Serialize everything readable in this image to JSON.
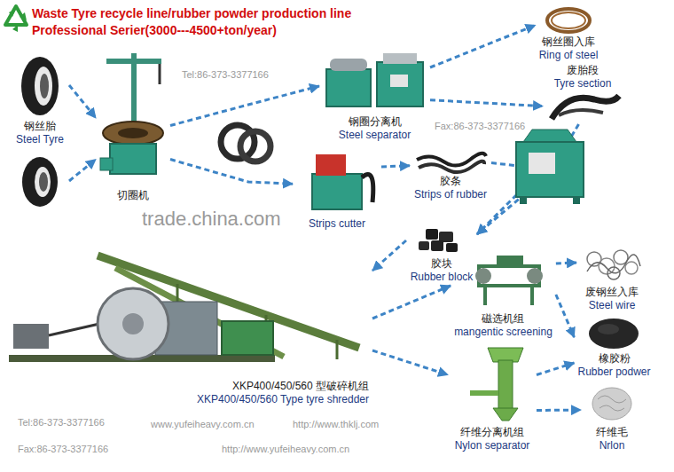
{
  "diagram": {
    "title": "Waste Tyre recycle line/rubber powder production line Professional Serier(3000---4500+ton/year)",
    "nodes": [
      {
        "text": [
          "钢丝胎",
          "Steel Tyre"
        ]
      },
      {
        "text": [
          "切圈机"
        ]
      },
      {
        "text": [
          "钢圈分离机",
          "Steel separator"
        ]
      },
      {
        "text": [
          "钢丝圈入库",
          "Ring of steel"
        ]
      },
      {
        "text": [
          "废胎段",
          "Tyre section"
        ]
      },
      {
        "text": [
          "Strips cutter"
        ]
      },
      {
        "text": [
          "胶条",
          "Strips of rubber"
        ]
      },
      {
        "text": [
          "胶块",
          "Rubber block"
        ]
      },
      {
        "text": [
          "XKP400/450/560 型破碎机组",
          "XKP400/450/560 Type tyre shredder"
        ]
      },
      {
        "text": [
          "磁选机组",
          "mangentic screening"
        ]
      },
      {
        "text": [
          "废钢丝入库",
          "Steel wire"
        ]
      },
      {
        "text": [
          "橡胶粉",
          "Rubber podwer"
        ]
      },
      {
        "text": [
          "纤维分离机组",
          "Nylon separator"
        ]
      },
      {
        "text": [
          "纤维毛",
          "Nrlon"
        ]
      }
    ],
    "edges": [
      {
        "from": 0,
        "to": 1,
        "arrow": "to"
      },
      {
        "from": 0,
        "to": 1,
        "arrow": "to"
      },
      {
        "from": 1,
        "to": 2,
        "arrow": "to"
      },
      {
        "from": 1,
        "to": 5,
        "arrow": "to"
      },
      {
        "from": 2,
        "to": 3,
        "arrow": "to"
      },
      {
        "from": 2,
        "to": 4,
        "arrow": "to"
      },
      {
        "from": 5,
        "to": 6,
        "arrow": "to"
      },
      {
        "from": 6,
        "to": 7,
        "arrow": "to"
      },
      {
        "from": 4,
        "to": 7,
        "arrow": "to"
      },
      {
        "from": 7,
        "to": 8,
        "arrow": "to"
      },
      {
        "from": 8,
        "to": 9,
        "arrow": "to"
      },
      {
        "from": 8,
        "to": 12,
        "arrow": "to"
      },
      {
        "from": 9,
        "to": 10,
        "arrow": "to"
      },
      {
        "from": 9,
        "to": 11,
        "arrow": "to"
      },
      {
        "from": 12,
        "to": 11,
        "arrow": "to"
      },
      {
        "from": 12,
        "to": 13,
        "arrow": "to"
      }
    ],
    "labels": [
      "trade.china.com",
      "Tel:86-373-3377166",
      "Fax:86-373-3377166",
      "Tel:86-373-3377166",
      "Fax:86-373-3377166",
      "www.yufeiheavy.com.cn",
      "http://www.thklj.com",
      "http://www.yufeiheavy.com.cn"
    ]
  }
}
